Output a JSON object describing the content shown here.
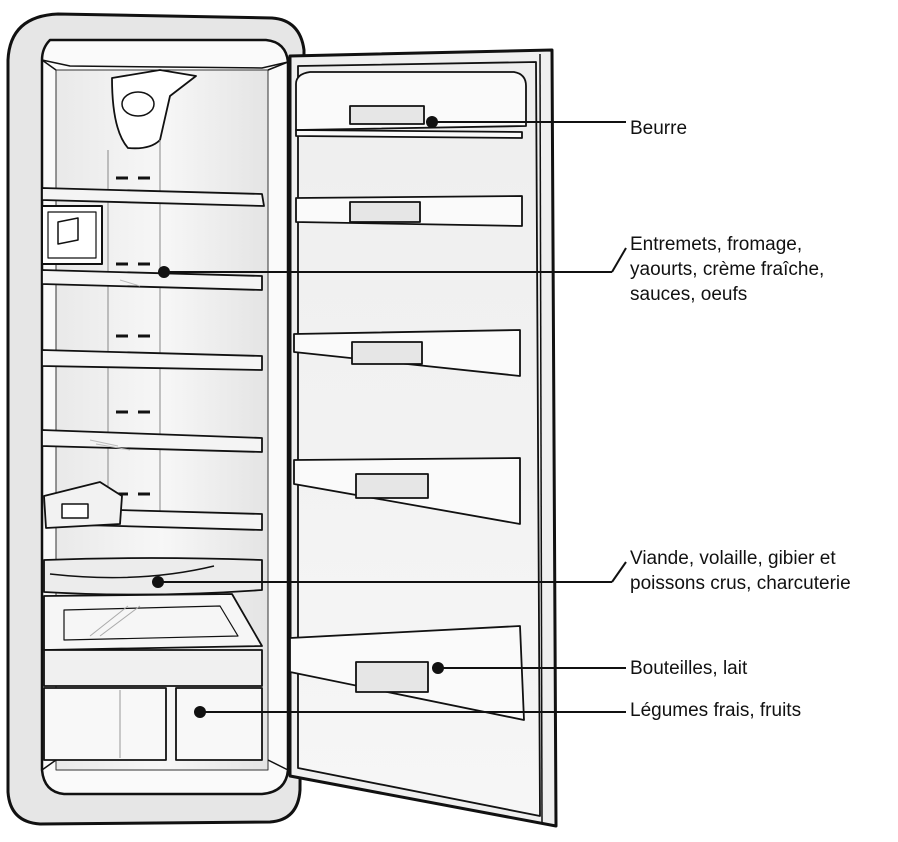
{
  "callouts": [
    {
      "id": "beurre",
      "lines": [
        "Beurre"
      ]
    },
    {
      "id": "entremets",
      "lines": [
        "Entremets, fromage,",
        "yaourts, crème fraîche,",
        "sauces, oeufs"
      ]
    },
    {
      "id": "viande",
      "lines": [
        "Viande, volaille, gibier et",
        "poissons crus, charcuterie"
      ]
    },
    {
      "id": "bouteilles",
      "lines": [
        "Bouteilles, lait"
      ]
    },
    {
      "id": "legumes",
      "lines": [
        "Légumes frais, fruits"
      ]
    }
  ]
}
